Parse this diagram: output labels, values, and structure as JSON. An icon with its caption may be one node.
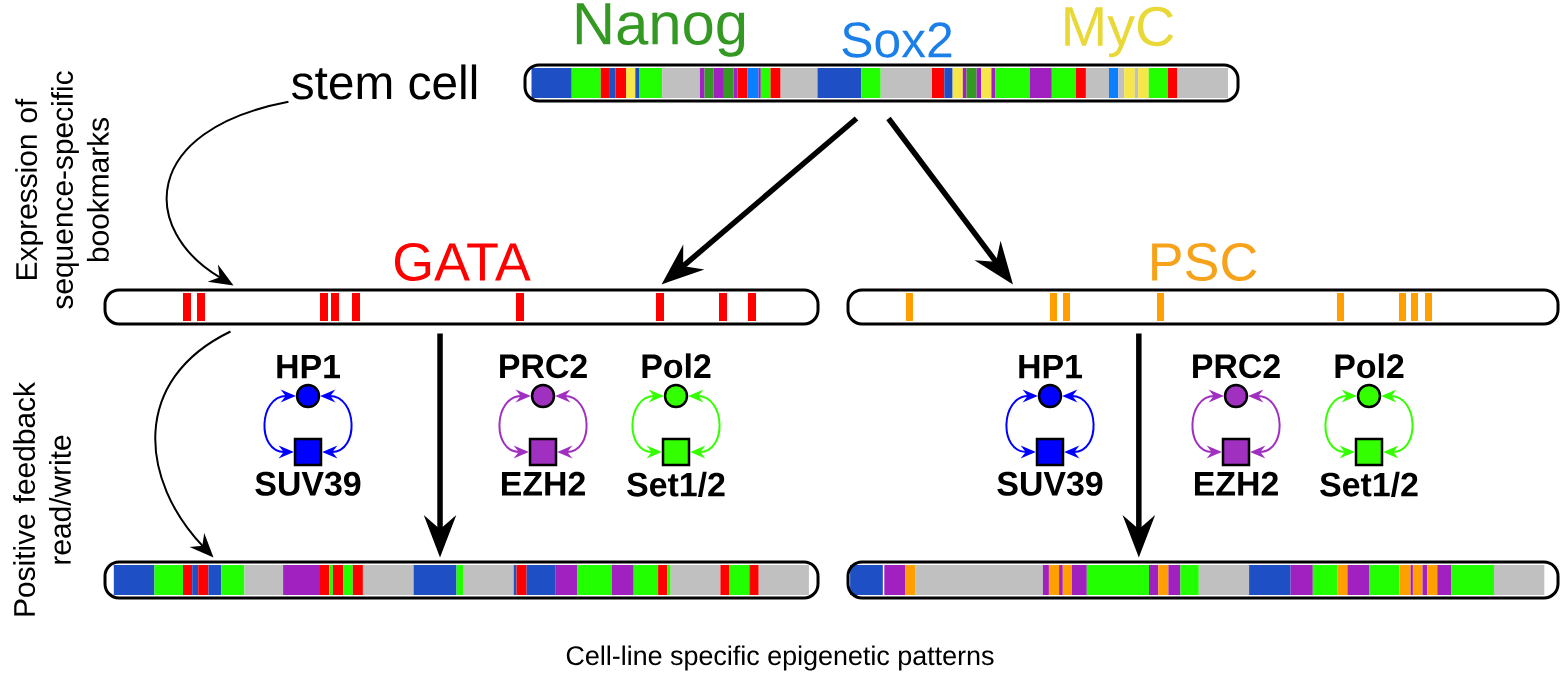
{
  "diagram": {
    "nodes": [
      {
        "text": [
          "stem cell"
        ]
      },
      {
        "text": [],
        "shape": "bar"
      },
      {
        "text": [],
        "shape": "bar",
        "beside": [
          "GATA"
        ]
      },
      {
        "text": [],
        "shape": "bar",
        "beside": [
          "PSC"
        ]
      },
      {
        "text": [],
        "shape": "bar"
      },
      {
        "text": [],
        "shape": "bar"
      },
      {
        "text": [
          "HP1"
        ]
      },
      {
        "text": [
          "SUV39"
        ]
      },
      {
        "text": [
          "PRC2"
        ]
      },
      {
        "text": [
          "EZH2"
        ]
      },
      {
        "text": [
          "Pol2"
        ]
      },
      {
        "text": [
          "Set1/2"
        ]
      },
      {
        "text": [
          "HP1"
        ]
      },
      {
        "text": [
          "SUV39"
        ]
      },
      {
        "text": [
          "PRC2"
        ]
      },
      {
        "text": [
          "EZH2"
        ]
      },
      {
        "text": [
          "Pol2"
        ]
      },
      {
        "text": [
          "Set1/2"
        ]
      }
    ],
    "edges": [
      {
        "from": 1,
        "to": 2,
        "arrow": "to",
        "style": "thick"
      },
      {
        "from": 1,
        "to": 3,
        "arrow": "to",
        "style": "thick"
      },
      {
        "from": 0,
        "to": 2,
        "arrow": "to"
      },
      {
        "from": 2,
        "to": 4,
        "arrow": "to"
      },
      {
        "from": 2,
        "to": 4,
        "arrow": "to",
        "style": "thick"
      },
      {
        "from": 3,
        "to": 5,
        "arrow": "to",
        "style": "thick"
      },
      {
        "from": 6,
        "to": 7,
        "arrow": "both",
        "color": "#0000ff"
      },
      {
        "from": 6,
        "to": 7,
        "arrow": "both",
        "color": "#0000ff"
      },
      {
        "from": 8,
        "to": 9,
        "arrow": "both",
        "color": "#a030c0"
      },
      {
        "from": 8,
        "to": 9,
        "arrow": "both",
        "color": "#a030c0"
      },
      {
        "from": 10,
        "to": 11,
        "arrow": "both",
        "color": "#33ff00"
      },
      {
        "from": 10,
        "to": 11,
        "arrow": "both",
        "color": "#33ff00"
      },
      {
        "from": 12,
        "to": 13,
        "arrow": "both",
        "color": "#0000ff"
      },
      {
        "from": 12,
        "to": 13,
        "arrow": "both",
        "color": "#0000ff"
      },
      {
        "from": 14,
        "to": 15,
        "arrow": "both",
        "color": "#a030c0"
      },
      {
        "from": 14,
        "to": 15,
        "arrow": "both",
        "color": "#a030c0"
      },
      {
        "from": 16,
        "to": 17,
        "arrow": "both",
        "color": "#33ff00"
      },
      {
        "from": 16,
        "to": 17,
        "arrow": "both",
        "color": "#33ff00"
      }
    ],
    "labels": [
      "Nanog",
      "Sox2",
      "MyC",
      "Expression of sequence-specific bookmarks",
      "Positive feedback read/write",
      "Cell-line specific epigenetic patterns"
    ]
  }
}
